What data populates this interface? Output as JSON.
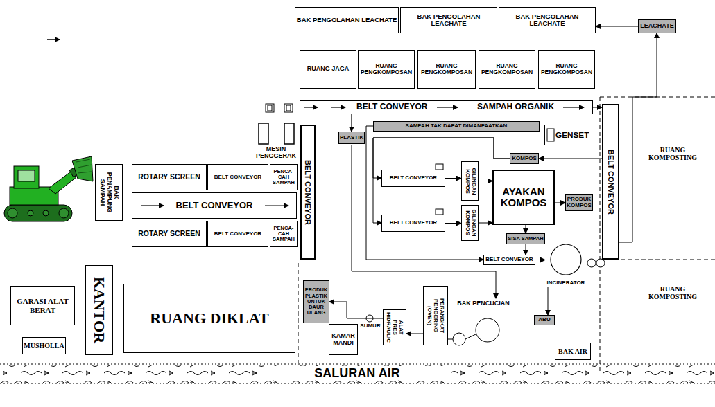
{
  "diagram": {
    "nodes": [
      {
        "text": [
          "BAK PENGOLAHAN LEACHATE"
        ]
      },
      {
        "text": [
          "BAK PENGOLAHAN LEACHATE"
        ]
      },
      {
        "text": [
          "BAK PENGOLAHAN LEACHATE"
        ]
      },
      {
        "text": [
          "LEACHATE"
        ]
      },
      {
        "text": [
          "RUANG JAGA"
        ]
      },
      {
        "text": [
          "RUANG PENGKOMPOSAN"
        ]
      },
      {
        "text": [
          "RUANG PENGKOMPOSAN"
        ]
      },
      {
        "text": [
          "RUANG PENGKOMPOSAN"
        ]
      },
      {
        "text": [
          "RUANG PENGKOMPOSAN"
        ]
      },
      {
        "text": [
          "BELT CONVEYOR",
          "SAMPAH ORGANIK"
        ]
      },
      {
        "text": [
          "BAK PENAMPUNG SAMPAH"
        ]
      },
      {
        "text": [
          "ROTARY SCREEN"
        ]
      },
      {
        "text": [
          "BELT CONVEYOR"
        ]
      },
      {
        "text": [
          "PENCA-CAH SAMPAH"
        ]
      },
      {
        "text": [
          "BELT CONVEYOR"
        ]
      },
      {
        "text": [
          "ROTARY SCREEN"
        ]
      },
      {
        "text": [
          "BELT CONVEYOR"
        ]
      },
      {
        "text": [
          "PENCA-CAH SAMPAH"
        ]
      },
      {
        "text": [
          "BELT CONVEYOR"
        ]
      },
      {
        "text": [
          "PLASTIK"
        ]
      },
      {
        "text": [
          "SAMPAH TAK DAPAT DIMANFAATKAN"
        ]
      },
      {
        "text": [
          "GENSET"
        ]
      },
      {
        "text": [
          "BELT CONVEYOR"
        ]
      },
      {
        "text": [
          "KOMPOS"
        ]
      },
      {
        "text": [
          "BELT CONVEYOR"
        ]
      },
      {
        "text": [
          "GILINGAN KOMPOS"
        ]
      },
      {
        "text": [
          "AYAKAN KOMPOS"
        ]
      },
      {
        "text": [
          "PRODUK KOMPOS"
        ]
      },
      {
        "text": [
          "BELT CONVEYOR"
        ]
      },
      {
        "text": [
          "GILINGAN KOMPOS"
        ]
      },
      {
        "text": [
          "SISA SAMPAH"
        ]
      },
      {
        "text": [
          "BELT CONVEYOR"
        ]
      },
      {
        "text": [
          "INCINERATOR"
        ]
      },
      {
        "text": [
          "ABU"
        ]
      },
      {
        "text": [
          "PRODUK PLASTIK UNTUK DAUR ULANG"
        ]
      },
      {
        "text": [
          "KAMAR MANDI"
        ]
      },
      {
        "text": [
          "ALAT PRES HIDRAULIC"
        ]
      },
      {
        "text": [
          "PERANGKAT PENGERING (OVEN)"
        ]
      },
      {
        "text": [
          "RUANG DIKLAT"
        ]
      },
      {
        "text": [
          "KANTOR"
        ]
      },
      {
        "text": [
          "GARASI ALAT BERAT"
        ]
      },
      {
        "text": [
          "MUSHOLLA"
        ]
      },
      {
        "text": [
          "BAK AIR"
        ]
      }
    ],
    "edges": [
      {
        "from": 3,
        "to": 2,
        "arrow": "to"
      },
      {
        "from": 22,
        "to": 3,
        "arrow": "to"
      },
      {
        "from": 9,
        "to": 22,
        "arrow": "to"
      },
      {
        "from": 9,
        "to": 19,
        "arrow": "to"
      },
      {
        "from": 22,
        "to": 23,
        "arrow": "to"
      },
      {
        "from": 23,
        "to": 24,
        "arrow": "to"
      },
      {
        "from": 23,
        "to": 28,
        "arrow": "to"
      },
      {
        "from": 24,
        "to": 25,
        "arrow": "to"
      },
      {
        "from": 28,
        "to": 29,
        "arrow": "to"
      },
      {
        "from": 25,
        "to": 26,
        "arrow": "to"
      },
      {
        "from": 29,
        "to": 26,
        "arrow": "to"
      },
      {
        "from": 26,
        "to": 27,
        "arrow": "to"
      },
      {
        "from": 26,
        "to": 30,
        "arrow": "to"
      },
      {
        "from": 30,
        "to": 31,
        "arrow": "to"
      },
      {
        "from": 20,
        "to": 31,
        "arrow": "to"
      },
      {
        "from": 31,
        "to": 32,
        "arrow": "to"
      },
      {
        "from": 32,
        "to": 33,
        "arrow": "to"
      },
      {
        "from": 37,
        "to": 36,
        "arrow": "to"
      },
      {
        "from": 36,
        "to": 34,
        "arrow": "to"
      }
    ],
    "labels": [
      "MESIN PENGGERAK",
      "RUANG KOMPOSTING",
      "RUANG KOMPOSTING",
      "SUMUR",
      "BAK PENCUCIAN",
      "SALURAN AIR"
    ]
  }
}
